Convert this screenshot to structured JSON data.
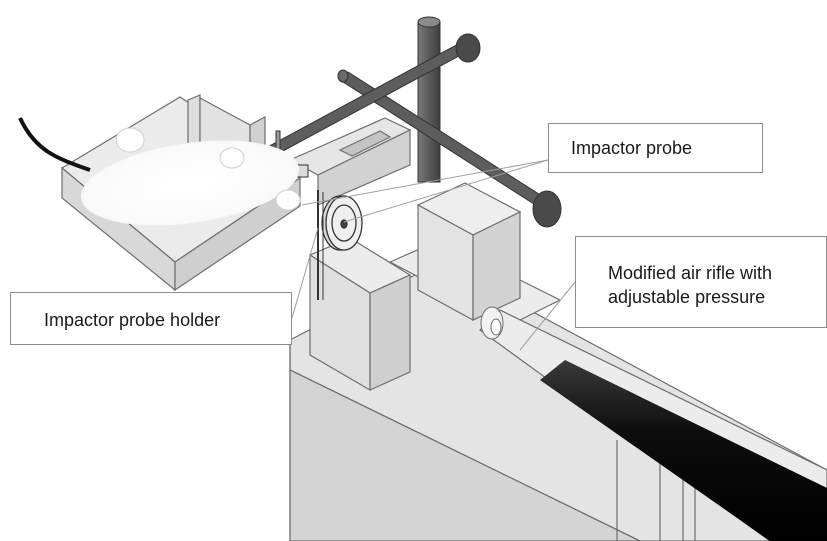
{
  "labels": {
    "impactor_probe": "Impactor probe",
    "air_rifle_line1": "Modified air rifle with",
    "air_rifle_line2": "adjustable pressure",
    "probe_holder": "Impactor probe holder"
  },
  "colors": {
    "background": "#ffffff",
    "block_face": "#e9e9e9",
    "block_side": "#d6d6d6",
    "block_edge": "#6e6e6e",
    "rod": "#5a5a5a",
    "rifle_barrel": "#0d0d0d",
    "animal": "#ffffff",
    "leader_line": "#a0a0a0"
  }
}
